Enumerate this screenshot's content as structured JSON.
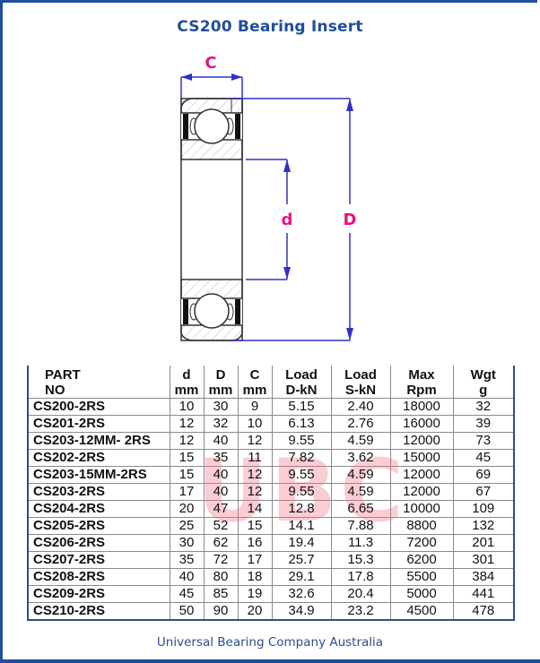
{
  "title": "CS200 Bearing Insert",
  "diagram": {
    "labels": {
      "width": "C",
      "bore": "d",
      "outer": "D"
    },
    "label_color": "#e8137a",
    "dimension_line_color": "#3030c8"
  },
  "table": {
    "headers": [
      {
        "line1": "PART",
        "line2": "NO"
      },
      {
        "line1": "d",
        "line2": "mm"
      },
      {
        "line1": "D",
        "line2": "mm"
      },
      {
        "line1": "C",
        "line2": "mm"
      },
      {
        "line1": "Load",
        "line2": "D-kN"
      },
      {
        "line1": "Load",
        "line2": "S-kN"
      },
      {
        "line1": "Max",
        "line2": "Rpm"
      },
      {
        "line1": "Wgt",
        "line2": "g"
      }
    ],
    "rows": [
      [
        "CS200-2RS",
        "10",
        "30",
        "9",
        "5.15",
        "2.40",
        "18000",
        "32"
      ],
      [
        "CS201-2RS",
        "12",
        "32",
        "10",
        "6.13",
        "2.76",
        "16000",
        "39"
      ],
      [
        "CS203-12MM- 2RS",
        "12",
        "40",
        "12",
        "9.55",
        "4.59",
        "12000",
        "73"
      ],
      [
        "CS202-2RS",
        "15",
        "35",
        "11",
        "7.82",
        "3.62",
        "15000",
        "45"
      ],
      [
        "CS203-15MM-2RS",
        "15",
        "40",
        "12",
        "9.55",
        "4.59",
        "12000",
        "69"
      ],
      [
        "CS203-2RS",
        "17",
        "40",
        "12",
        "9.55",
        "4.59",
        "12000",
        "67"
      ],
      [
        "CS204-2RS",
        "20",
        "47",
        "14",
        "12.8",
        "6.65",
        "10000",
        "109"
      ],
      [
        "CS205-2RS",
        "25",
        "52",
        "15",
        "14.1",
        "7.88",
        "8800",
        "132"
      ],
      [
        "CS206-2RS",
        "30",
        "62",
        "16",
        "19.4",
        "11.3",
        "7200",
        "201"
      ],
      [
        "CS207-2RS",
        "35",
        "72",
        "17",
        "25.7",
        "15.3",
        "6200",
        "301"
      ],
      [
        "CS208-2RS",
        "40",
        "80",
        "18",
        "29.1",
        "17.8",
        "5500",
        "384"
      ],
      [
        "CS209-2RS",
        "45",
        "85",
        "19",
        "32.6",
        "20.4",
        "5000",
        "441"
      ],
      [
        "CS210-2RS",
        "50",
        "90",
        "20",
        "34.9",
        "23.2",
        "4500",
        "478"
      ]
    ],
    "watermark": "UBC"
  },
  "footer": "Universal Bearing Company Australia",
  "colors": {
    "brand_blue": "#1f4e9c",
    "watermark": "#f06e82"
  }
}
